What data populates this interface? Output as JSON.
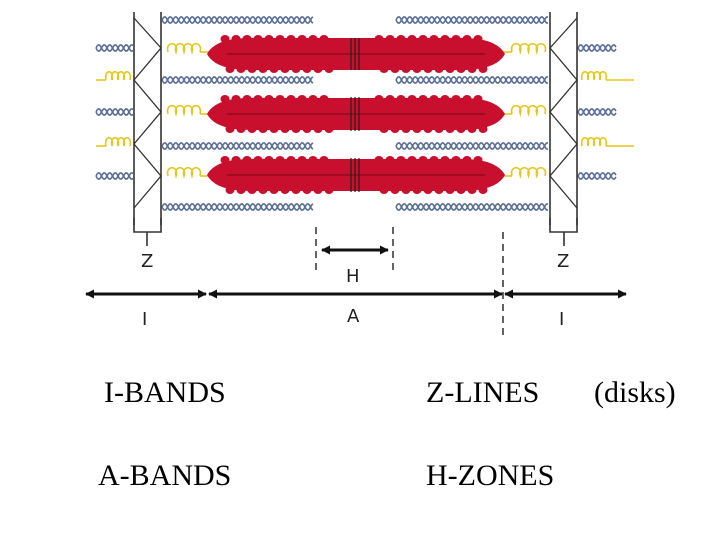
{
  "diagram": {
    "labels": {
      "z_left": "Z",
      "z_right": "Z",
      "h": "H",
      "a": "A",
      "i_left": "I",
      "i_right": "I"
    },
    "colors": {
      "thick_filament": "#c8102e",
      "actin": "#5a6e96",
      "titin": "#e6c619",
      "line": "#222222"
    }
  },
  "terms": {
    "i_bands": "I-BANDS",
    "z_lines": "Z-LINES",
    "disks": "(disks)",
    "a_bands": "A-BANDS",
    "h_zones": "H-ZONES"
  }
}
